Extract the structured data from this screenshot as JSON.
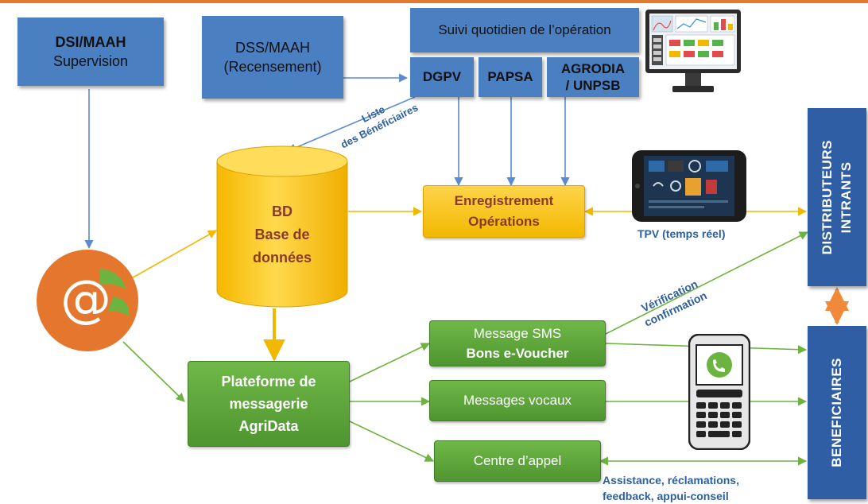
{
  "nodes": {
    "dsi": {
      "line1": "DSI/MAAH",
      "line2": "Supervision"
    },
    "dss": {
      "line1": "DSS/MAAH",
      "line2": "(Recensement)"
    },
    "suivi": "Suivi quotidien de l’opération",
    "dgpv": "DGPV",
    "papsa": "PAPSA",
    "agrodia": {
      "line1": "AGRODIA",
      "line2": "/ UNPSB"
    },
    "bd": {
      "line1": "BD",
      "line2": "Base de",
      "line3": "données"
    },
    "enregistrement": {
      "line1": "Enregistrement",
      "line2": "Opérations"
    },
    "plateforme": {
      "line1": "Plateforme de",
      "line2": "messagerie",
      "line3": "AgriData"
    },
    "sms": {
      "line1": "Message SMS",
      "line2": "Bons e-Voucher"
    },
    "vocaux": "Messages vocaux",
    "centre": "Centre d’appel",
    "distributeurs": {
      "line1": "DISTRIBUTEURS",
      "line2": "INTRANTS"
    },
    "beneficiaires": "BENEFICIAIRES",
    "at_symbol": "@"
  },
  "labels": {
    "liste": {
      "line1": "Liste",
      "line2": "des Bénéficiaires"
    },
    "tpv": "TPV (temps réel)",
    "verification": {
      "line1": "Vérification",
      "line2": "confirmation"
    },
    "assistance": {
      "line1": "Assistance, réclamations,",
      "line2": "feedback, appui-conseil"
    }
  },
  "colors": {
    "accent_orange": "#e07a2e",
    "box_blue": "#4a7fc1",
    "box_navy": "#2f5ea5",
    "box_green": "#5ea83c",
    "box_gold": "#f7c21b",
    "arrow_blue": "#5b8bd0",
    "arrow_green": "#6db33f",
    "arrow_gold": "#f2b800"
  },
  "icons": [
    "monitor-dashboard-icon",
    "tablet-tpv-icon",
    "mobile-phone-icon",
    "at-logo-icon",
    "database-cylinder-icon"
  ]
}
